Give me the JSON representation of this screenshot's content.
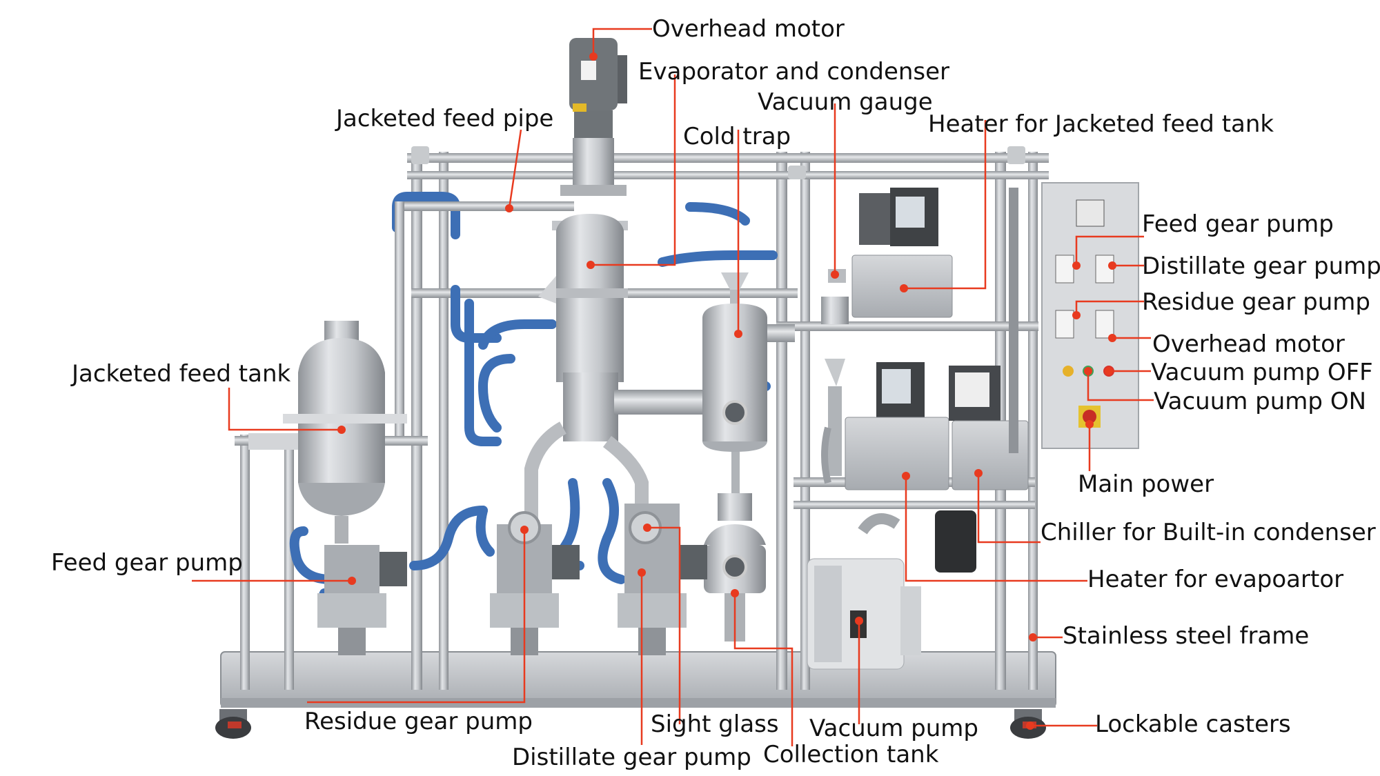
{
  "labels": {
    "overhead_motor_top": "Overhead motor",
    "evaporator_condenser": "Evaporator and condenser",
    "vacuum_gauge": "Vacuum gauge",
    "jacketed_feed_pipe": "Jacketed feed pipe",
    "cold_trap": "Cold trap",
    "heater_feed_tank": "Heater for Jacketed feed tank",
    "feed_gear_pump_right": "Feed gear pump",
    "distillate_gear_pump_right": "Distillate gear pump",
    "residue_gear_pump_right": "Residue gear pump",
    "overhead_motor_right": "Overhead motor",
    "vacuum_pump_off": "Vacuum pump OFF",
    "vacuum_pump_on": "Vacuum pump ON",
    "jacketed_feed_tank": "Jacketed feed tank",
    "main_power": "Main power",
    "chiller": "Chiller for Built-in condenser",
    "heater_evaporator": "Heater for evapoartor",
    "feed_gear_pump_left": "Feed gear pump",
    "stainless_frame": "Stainless steel frame",
    "residue_gear_pump_bottom": "Residue gear pump",
    "sight_glass": "Sight glass",
    "vacuum_pump": "Vacuum pump",
    "lockable_casters": "Lockable casters",
    "distillate_gear_pump_bottom": "Distillate gear pump",
    "collection_tank": "Collection tank"
  },
  "colors": {
    "leader": "#e83a1f",
    "steel": "#b9bcc0",
    "steel_dark": "#8d9196",
    "hose": "#3d6fb5",
    "panel": "#d9dbde"
  }
}
